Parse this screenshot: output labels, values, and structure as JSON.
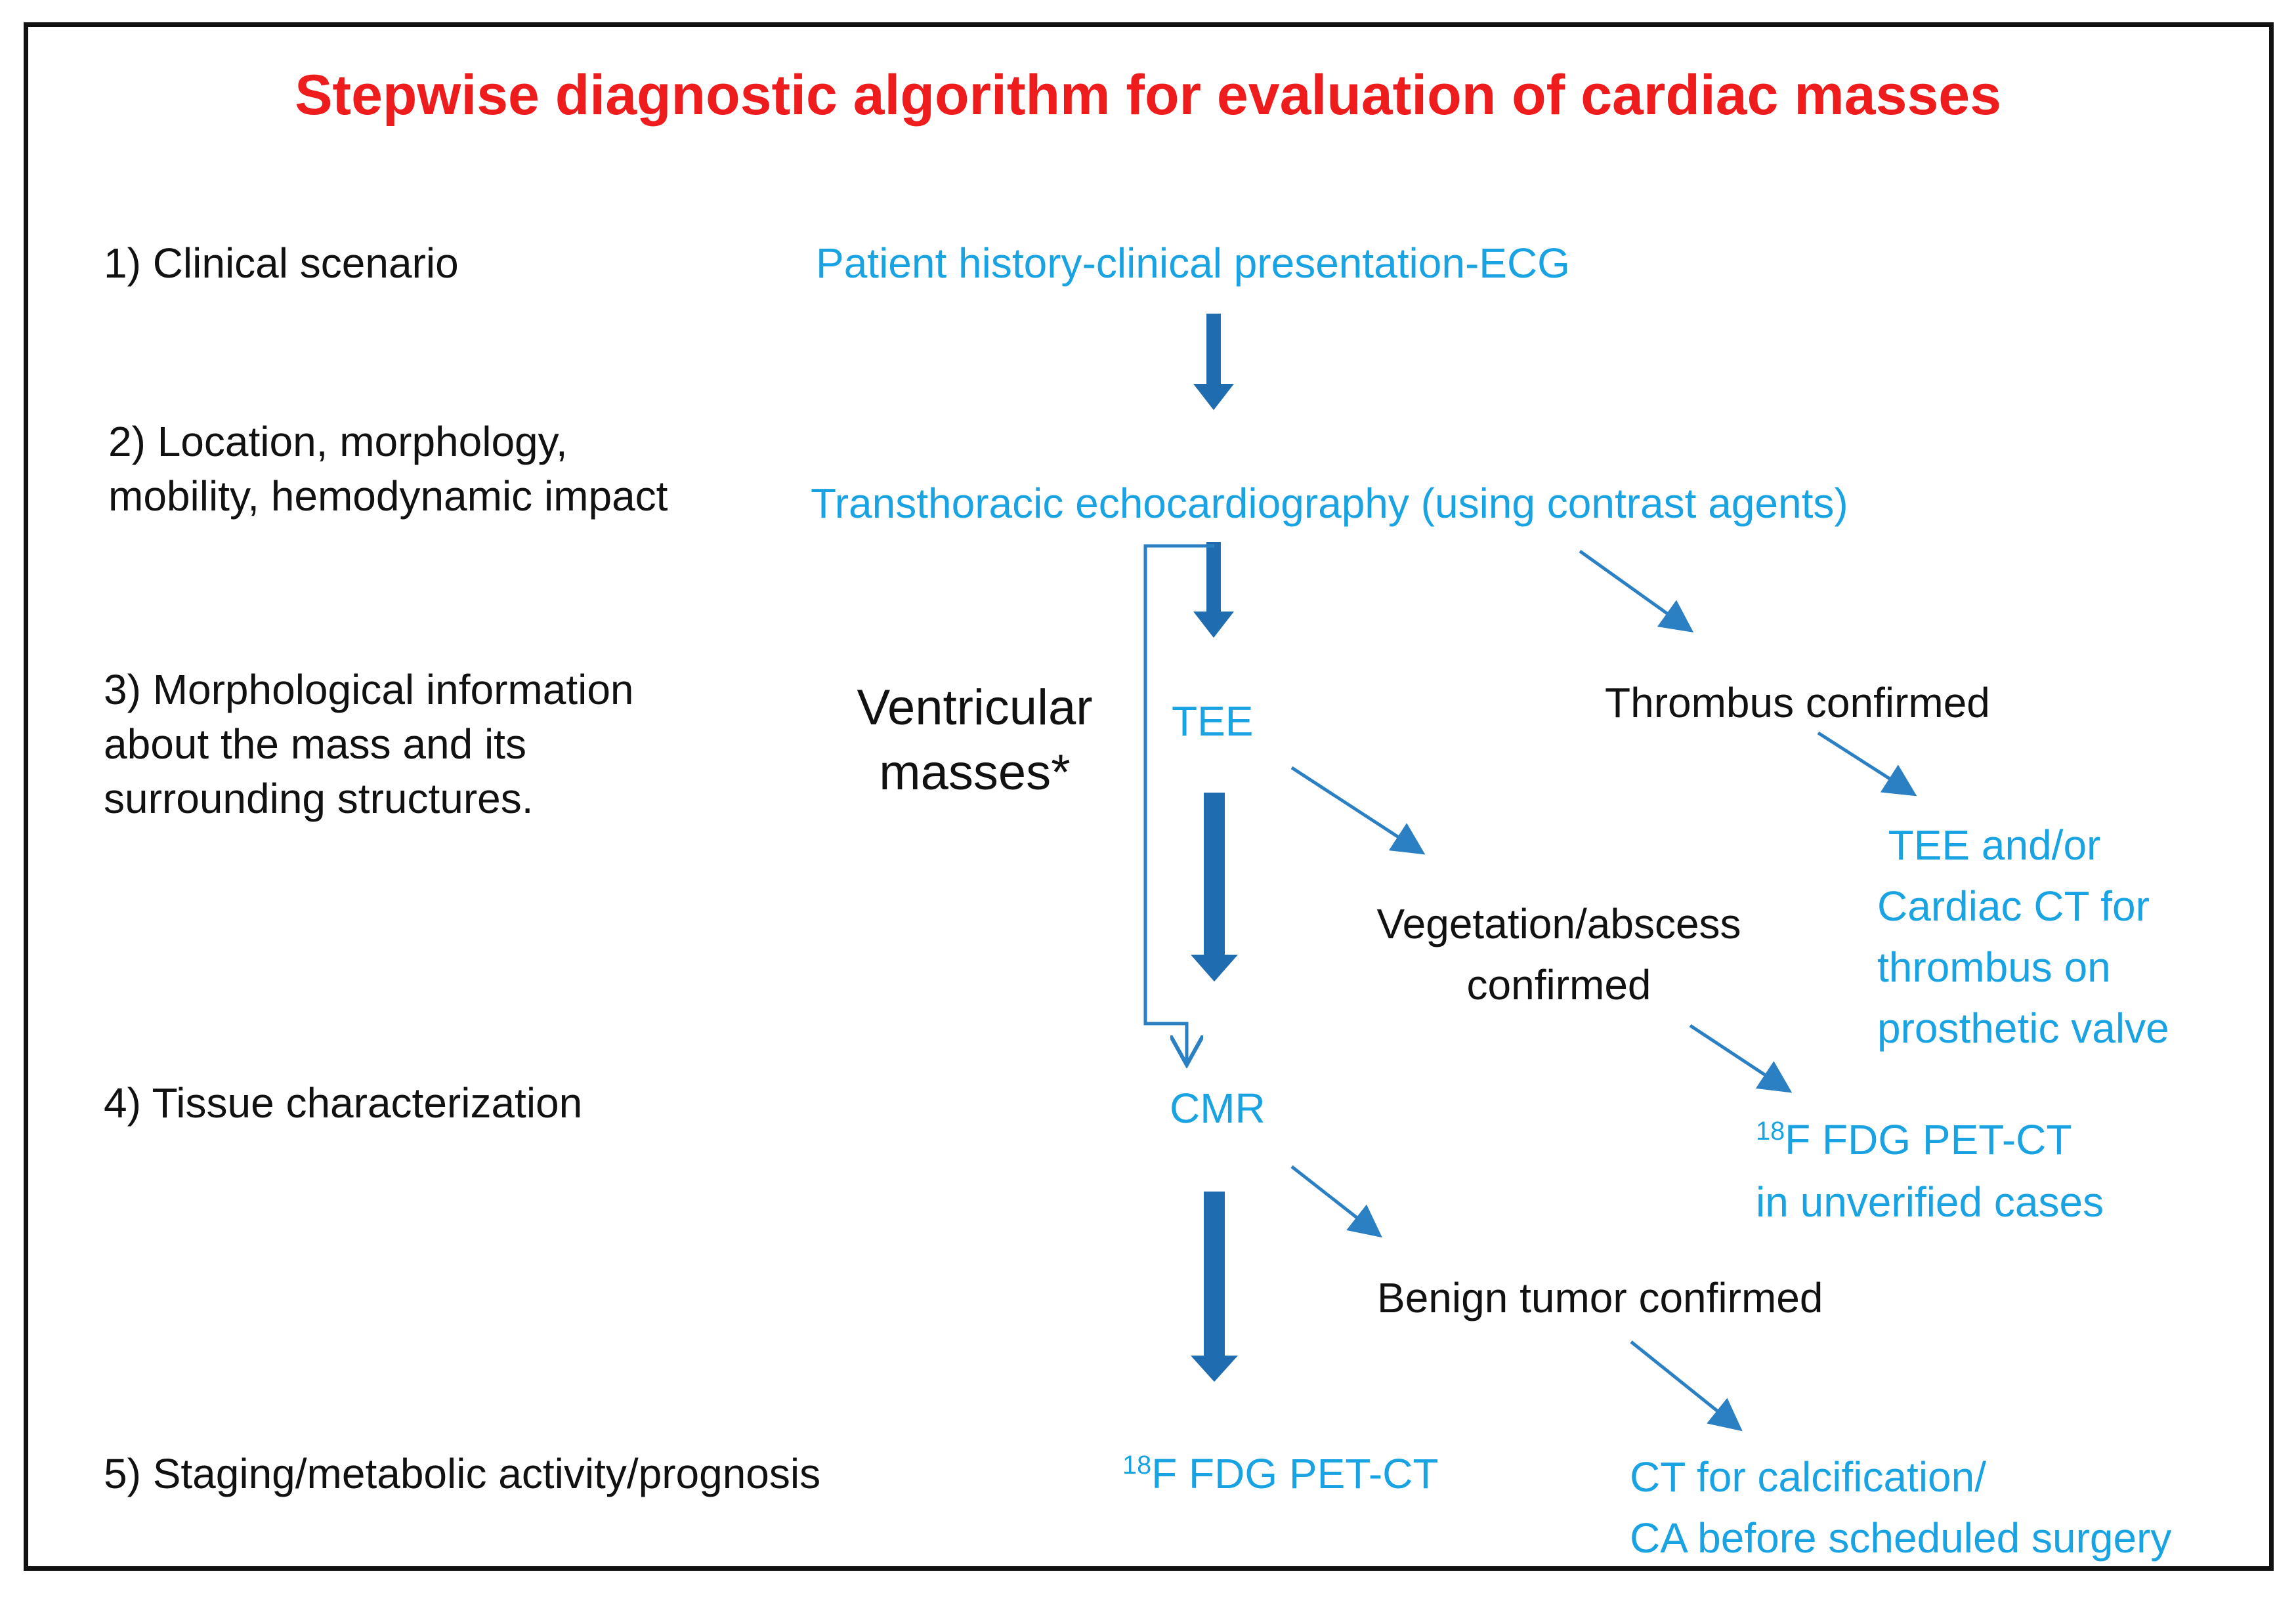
{
  "title": "Stepwise diagnostic algorithm for evaluation of cardiac masses",
  "steps": [
    {
      "label_lines": [
        "1) Clinical scenario"
      ]
    },
    {
      "label_lines": [
        "2) Location, morphology,",
        "mobility, hemodynamic  impact"
      ]
    },
    {
      "label_lines": [
        "3) Morphological information",
        "about the mass and its",
        "surrounding  structures."
      ]
    },
    {
      "label_lines": [
        "4) Tissue characterization"
      ]
    },
    {
      "label_lines": [
        "5) Staging/metabolic activity/prognosis"
      ]
    }
  ],
  "main_path": {
    "history": "Patient history-clinical presentation-ECG",
    "tte": "Transthoracic echocardiography (using contrast agents)",
    "tee": "TEE",
    "cmr": "CMR",
    "pet_sup": "18",
    "pet_text": "F FDG PET-CT"
  },
  "ventricular": {
    "lines": [
      "Ventricular",
      "masses*"
    ]
  },
  "outcomes": {
    "thrombus": "Thrombus  confirmed",
    "thrombus_followup": [
      " TEE and/or",
      "Cardiac CT for",
      "thrombus  on",
      "prosthetic valve"
    ],
    "vegetation": [
      "Vegetation/abscess",
      "confirmed"
    ],
    "vegetation_followup_sup": "18",
    "vegetation_followup_line1": "F FDG PET-CT",
    "vegetation_followup_line2": "in unverified cases",
    "benign": "Benign tumor confirmed",
    "benign_followup": [
      "CT for calcification/",
      "CA before scheduled surgery"
    ]
  },
  "colors": {
    "title": "#ee1c1c",
    "path_text": "#19a3e2",
    "arrow_thick": "#1f6cb0",
    "arrow_thin": "#2b80c4",
    "frame": "#111111"
  },
  "icons": {
    "main_arrow": "thick-down-arrow-icon",
    "branch_arrow": "thin-diagonal-arrow-icon",
    "bypass_arrow": "elbow-arrow-icon"
  }
}
